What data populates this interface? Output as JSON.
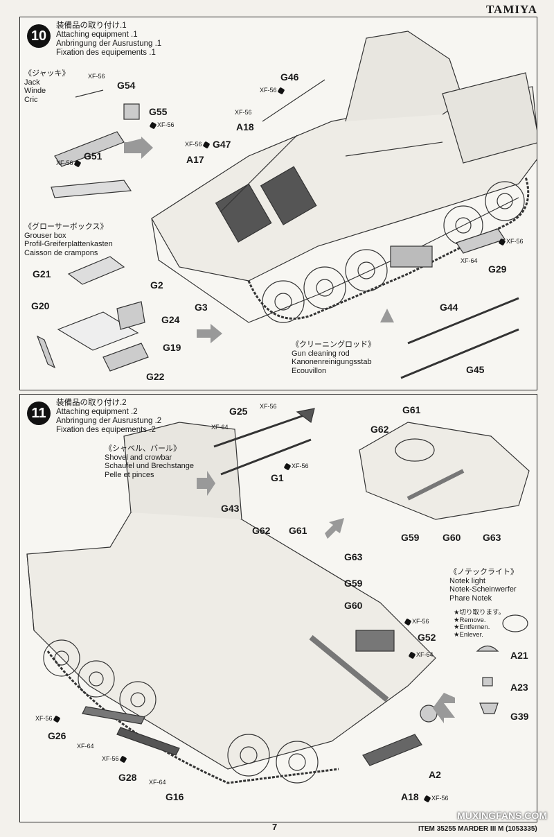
{
  "brand": "TAMIYA",
  "step10": {
    "number": "10",
    "title_jp": "装備品の取り付け.1",
    "title_en": "Attaching equipment .1",
    "title_de": "Anbringung der Ausrustung .1",
    "title_fr": "Fixation des equipements .1",
    "jack": {
      "jp": "《ジャッキ》",
      "en": "Jack",
      "de": "Winde",
      "fr": "Cric"
    },
    "grouser": {
      "jp": "《グローサーボックス》",
      "en": "Grouser box",
      "de": "Profil-Greiferplattenkasten",
      "fr": "Caisson de crampons"
    },
    "cleaning": {
      "jp": "《クリーニングロッド》",
      "en": "Gun cleaning rod",
      "de": "Kanonenreinigungsstab",
      "fr": "Ecouvillon"
    },
    "parts": [
      "G54",
      "G55",
      "G51",
      "G46",
      "A18",
      "G47",
      "A17",
      "G21",
      "G20",
      "G24",
      "G19",
      "G22",
      "G2",
      "G3",
      "G29",
      "G44",
      "G45"
    ],
    "paint": "XF-56",
    "paint2": "XF-64"
  },
  "step11": {
    "number": "11",
    "title_jp": "装備品の取り付け.2",
    "title_en": "Attaching equipment .2",
    "title_de": "Anbringung der Ausrustung .2",
    "title_fr": "Fixation des equipements .2",
    "shovel": {
      "jp": "《シャベル、バール》",
      "en": "Shovel and crowbar",
      "de": "Schaufel und Brechstange",
      "fr": "Pelle et pinces"
    },
    "notek": {
      "jp": "《ノテックライト》",
      "en": "Notek light",
      "de": "Notek-Scheinwerfer",
      "fr": "Phare Notek",
      "note_jp": "★切り取ります。",
      "note_en": "★Remove.",
      "note_de": "★Entfernen.",
      "note_fr": "★Enlever."
    },
    "parts": [
      "G25",
      "G1",
      "G43",
      "G62",
      "G61",
      "G63",
      "G59",
      "G60",
      "G61",
      "G62",
      "G59",
      "G60",
      "G63",
      "G52",
      "A21",
      "A23",
      "G39",
      "G26",
      "G28",
      "G16",
      "A2",
      "A18"
    ]
  },
  "footer": {
    "page": "7",
    "item": "ITEM 35255",
    "name": "MARDER III M",
    "code": "(1053335)"
  },
  "watermark": "MUXINGFANS.COM"
}
